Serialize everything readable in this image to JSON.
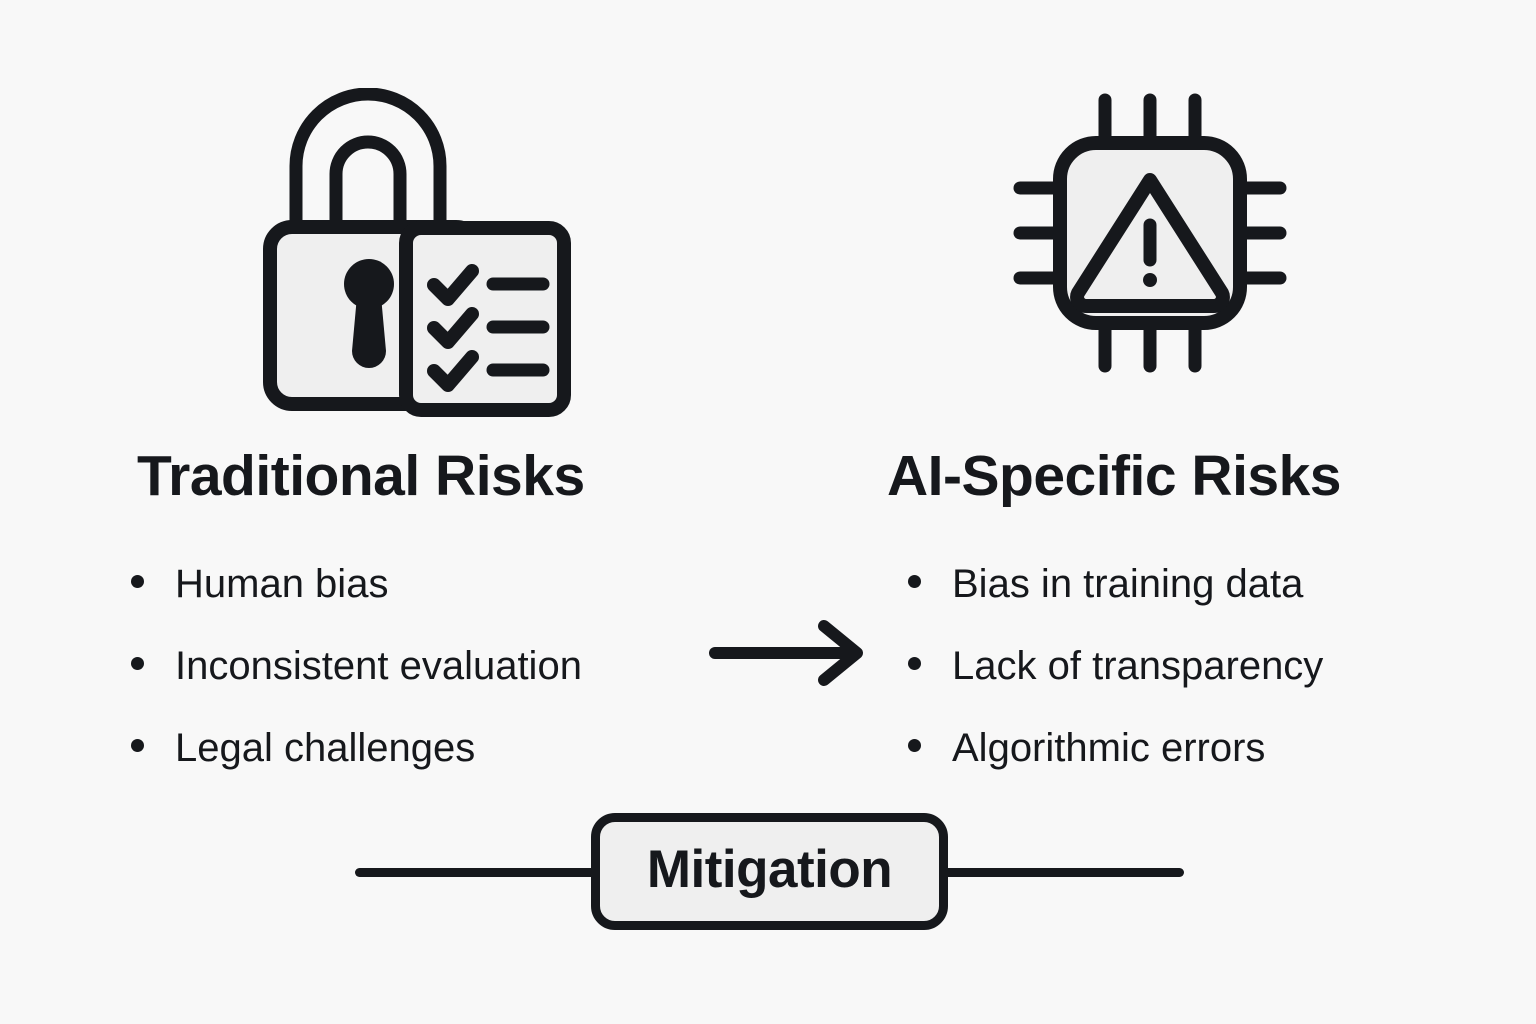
{
  "canvas": {
    "background_color": "#f8f8f8",
    "ink_color": "#16181c",
    "icon_fill_color": "#efefef"
  },
  "columns": [
    {
      "id": "traditional",
      "heading": "Traditional Risks",
      "icon": "padlock-checklist-icon",
      "bullets": [
        "Human bias",
        "Inconsistent evaluation",
        "Legal challenges"
      ]
    },
    {
      "id": "ai-specific",
      "heading": "AI-Specific Risks",
      "icon": "chip-warning-icon",
      "bullets": [
        "Bias in training data",
        "Lack of transparency",
        "Algorithmic errors"
      ]
    }
  ],
  "connector": {
    "icon": "right-arrow-icon",
    "direction": "right"
  },
  "mitigation": {
    "label": "Mitigation"
  }
}
